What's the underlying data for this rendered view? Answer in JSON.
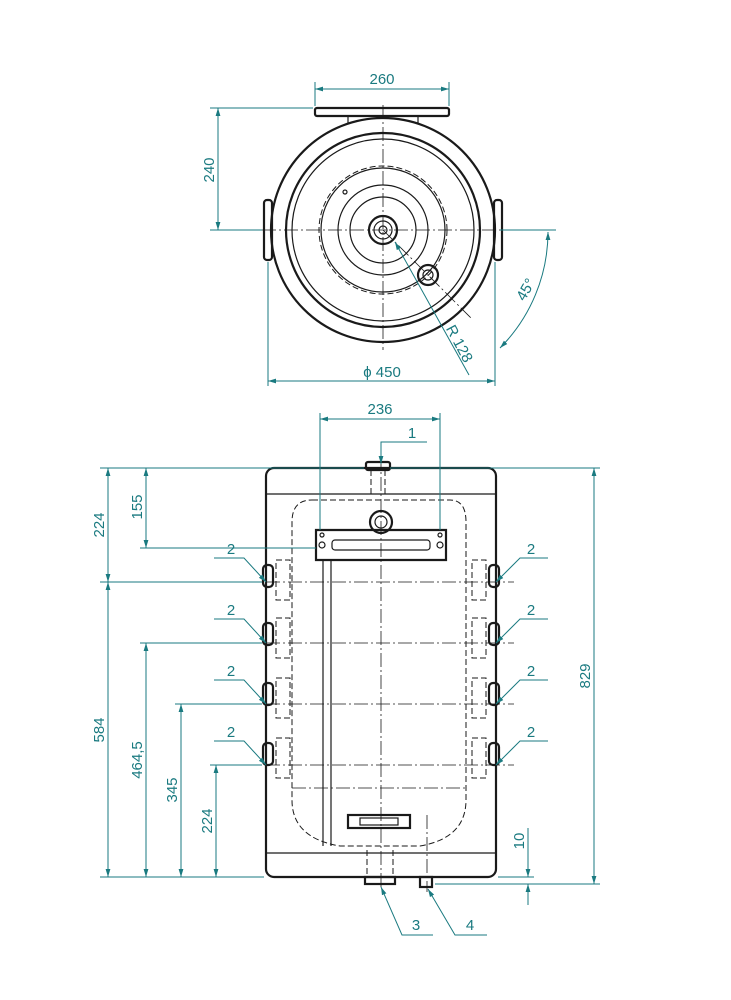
{
  "top_view": {
    "width_plate": "260",
    "offset": "240",
    "diameter": "ϕ 450",
    "radius": "R 128",
    "angle": "45°"
  },
  "front_view": {
    "bracket_width": "236",
    "height_total": "829",
    "h224_top": "224",
    "h155": "155",
    "h584": "584",
    "h464": "464,5",
    "h345": "345",
    "h224_bottom": "224",
    "h10": "10",
    "callouts": {
      "c1": "1",
      "c2": "2",
      "c3": "3",
      "c4": "4"
    }
  },
  "colors": {
    "dimension": "#1a7a80",
    "object": "#1a1a1a"
  }
}
